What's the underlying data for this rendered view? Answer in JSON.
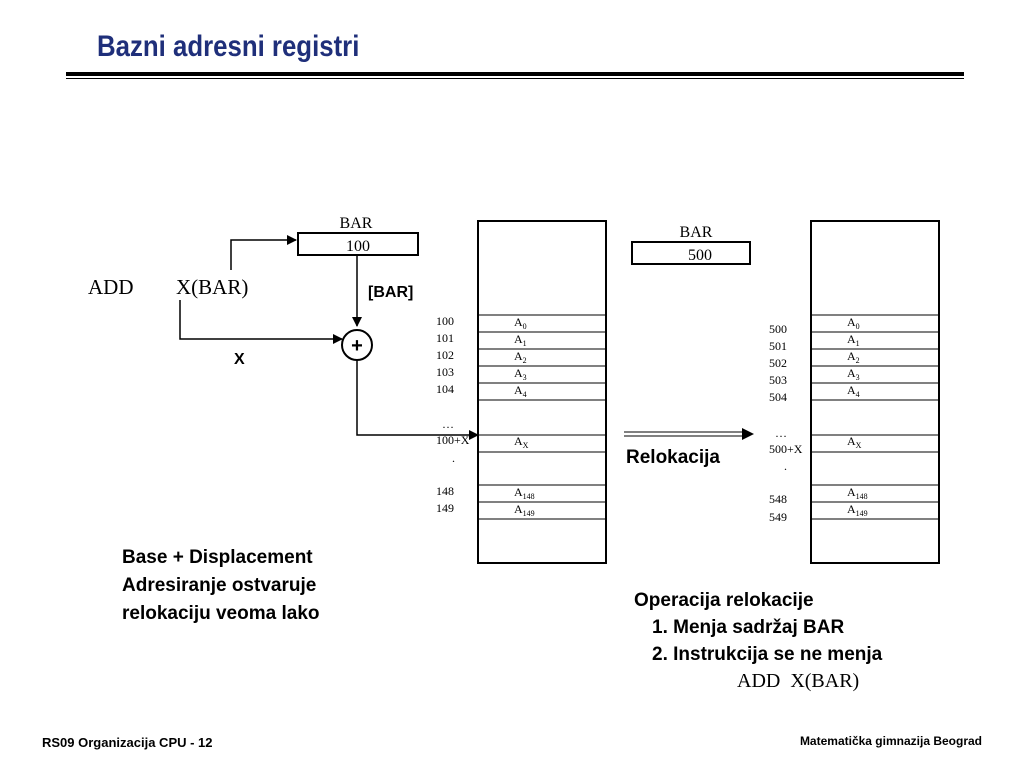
{
  "title": "Bazni adresni registri",
  "instruction": {
    "op": "ADD",
    "operand": "X(BAR)"
  },
  "bar_left": {
    "label": "BAR",
    "value": "100"
  },
  "bar_right": {
    "label": "BAR",
    "value": "500"
  },
  "bar_ref_label": "[BAR]",
  "x_label": "X",
  "adder_symbol": "+",
  "left_memory": {
    "addresses": [
      "100",
      "101",
      "102",
      "103",
      "104",
      "…",
      "100+X",
      ".",
      "148",
      "149"
    ],
    "cells": [
      "A",
      "A",
      "A",
      "A",
      "A",
      "A",
      "A",
      "A"
    ],
    "subs": [
      "0",
      "1",
      "2",
      "3",
      "4",
      "X",
      "148",
      "149"
    ]
  },
  "right_memory": {
    "addresses": [
      "500",
      "501",
      "502",
      "503",
      "504",
      "…",
      "500+X",
      ".",
      "548",
      "549"
    ],
    "cells": [
      "A",
      "A",
      "A",
      "A",
      "A",
      "A",
      "A",
      "A"
    ],
    "subs": [
      "0",
      "1",
      "2",
      "3",
      "4",
      "X",
      "148",
      "149"
    ]
  },
  "relocation_label": "Relokacija",
  "description": {
    "line1": "Base + Displacement",
    "line2": "Adresiranje ostvaruje",
    "line3": "relokaciju veoma lako"
  },
  "operation": {
    "heading": "Operacija relokacije",
    "step1": "1. Menja sadržaj BAR",
    "step2": "2. Instrukcija se ne menja",
    "instr": "ADD  X(BAR)"
  },
  "footer": {
    "left": "RS09 Organizacija CPU - 12",
    "right": "Matematička gimnazija Beograd"
  }
}
